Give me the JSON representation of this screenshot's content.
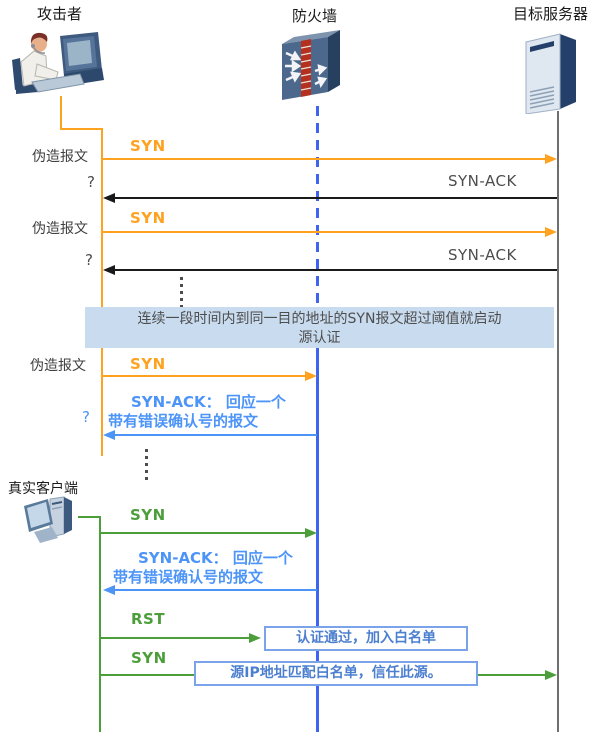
{
  "header": {
    "attacker": "攻击者",
    "firewall": "防火墙",
    "server": "目标服务器"
  },
  "band": {
    "line1": "连续一段时间内到同一目的地址的SYN报文超过阈值就启动",
    "line2": "源认证"
  },
  "attacker_section": {
    "forged_label_1": "伪造报文",
    "syn_1": "SYN",
    "question_1": "?",
    "synack_1": "SYN-ACK",
    "forged_label_2": "伪造报文",
    "syn_2": "SYN",
    "question_2": "?",
    "synack_2": "SYN-ACK",
    "forged_label_3": "伪造报文",
    "syn_3": "SYN",
    "question_3": "?",
    "reply_line1": "SYN-ACK： 回应一个",
    "reply_line2": "带有错误确认号的报文"
  },
  "client_section": {
    "client_label": "真实客户端",
    "syn_1": "SYN",
    "reply_line1": "SYN-ACK： 回应一个",
    "reply_line2": "带有错误确认号的报文",
    "rst": "RST",
    "syn_2": "SYN",
    "box_auth": "认证通过，加入白名单",
    "box_whitelist": "源IP地址匹配白名单，信任此源。"
  },
  "icons": {
    "attacker": "attacker-person-at-computer-icon",
    "firewall": "firewall-brick-box-icon",
    "server": "server-tower-icon",
    "client": "client-desktop-icon"
  },
  "colors": {
    "attack_orange": "#FFA21F",
    "reply_black": "#1A1A1A",
    "firewall_lifeline_blue": "#3E64F0",
    "message_blue": "#4D94F8",
    "client_green": "#4C9E3B",
    "gray_text": "#4D4D4D",
    "band_background": "#C9DCEF",
    "box_border_blue": "#7BA3EA",
    "box_text_blue": "#4C7FD0",
    "server_lifeline_gray": "#6E6E6E"
  }
}
